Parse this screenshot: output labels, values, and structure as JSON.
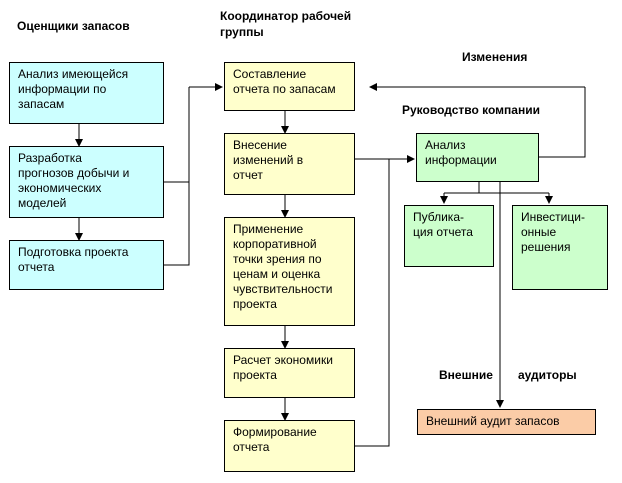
{
  "headers": {
    "appraisers": "Оценщики запасов",
    "coordinator": "Координатор рабочей\nгруппы",
    "changes": "Изменения",
    "management": "Руководство компании",
    "external": "Внешние",
    "auditors": "аудиторы"
  },
  "boxes": {
    "analysis_existing": "Анализ имеющейся\nинформации по\nзапасам",
    "forecast_models": "Разработка\nпрогнозов добычи и\nэкономических\nмоделей",
    "prepare_draft": "Подготовка проекта\nотчета",
    "compile_report": "Составление\nотчета по запасам",
    "make_changes": "Внесение\nизменений в\nотчет",
    "corporate_view": "Применение\nкорпоративной\nточки зрения по\nценам и оценка\nчувствительности\nпроекта",
    "economics_calc": "Расчет экономики\nпроекта",
    "form_report": "Формирование\nотчета",
    "info_analysis": "Анализ\nинформации",
    "publication": "Публика-\nция отчета",
    "investment": "Инвестици-\nонные\nрешения",
    "external_audit": "Внешний аудит запасов"
  }
}
